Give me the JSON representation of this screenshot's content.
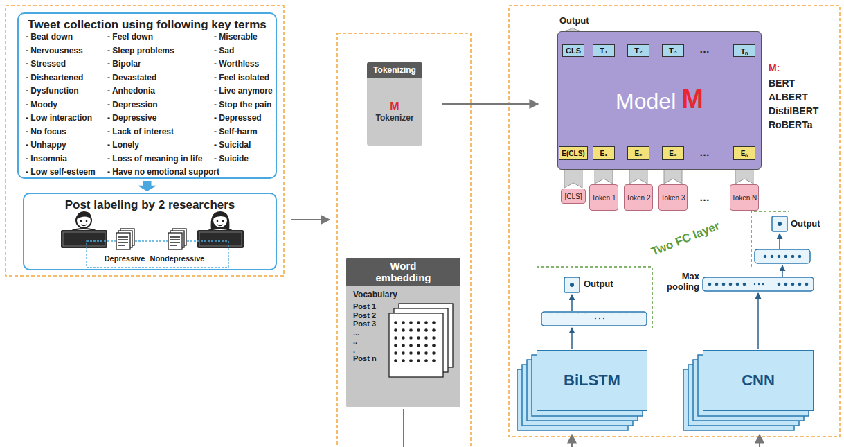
{
  "diagram": {
    "nodes": [
      {
        "text": [
          "Tweet collection using following key terms",
          "- Beat down",
          "- Nervousness",
          "- Stressed",
          "- Disheartened",
          "- Dysfunction",
          "- Moody",
          "- Low interaction",
          "- No focus",
          "- Unhappy",
          "- Insomnia",
          "- Low self-esteem",
          "- Feel down",
          "- Sleep problems",
          "- Bipolar",
          "- Devastated",
          "- Anhedonia",
          "- Depression",
          "- Depressive",
          "- Lack of interest",
          "- Lonely",
          "- Loss of meaning in life",
          "- Have no emotional support",
          "- Miserable",
          "- Sad",
          "- Worthless",
          "- Feel isolated",
          "- Live anymore",
          "- Stop the pain",
          "- Depressed",
          "- Self-harm",
          "- Suicidal",
          "- Suicide"
        ]
      },
      {
        "text": [
          "Post labeling by 2 researchers"
        ]
      },
      {
        "text": [
          "Tokenizing",
          "M",
          "Tokenizer"
        ]
      },
      {
        "text": [
          "Word embedding",
          "Vocabulary",
          "Post 1",
          "Post 2",
          "Post 3",
          "...",
          "..",
          ".",
          "Post n"
        ]
      },
      {
        "text": [
          "Model",
          "M"
        ]
      },
      {
        "text": [
          "CLS"
        ],
        "in": 4
      },
      {
        "text": [
          "T₁"
        ],
        "in": 4
      },
      {
        "text": [
          "T₂"
        ],
        "in": 4
      },
      {
        "text": [
          "T₃"
        ],
        "in": 4
      },
      {
        "text": [
          "Tₙ"
        ],
        "in": 4
      },
      {
        "text": [
          "E(CLS)"
        ],
        "in": 4
      },
      {
        "text": [
          "E₁"
        ],
        "in": 4
      },
      {
        "text": [
          "E₂"
        ],
        "in": 4
      },
      {
        "text": [
          "E₃"
        ],
        "in": 4
      },
      {
        "text": [
          "Eₙ"
        ],
        "in": 4
      },
      {
        "text": [
          "[CLS]"
        ]
      },
      {
        "text": [
          "Token 1"
        ]
      },
      {
        "text": [
          "Token 2"
        ]
      },
      {
        "text": [
          "Token 3"
        ]
      },
      {
        "text": [
          "Token N"
        ]
      },
      {
        "text": [
          "BiLSTM"
        ]
      },
      {
        "text": [
          "CNN"
        ]
      }
    ],
    "edges": [
      {
        "from": 0,
        "to": 1,
        "arrow": "to"
      },
      {
        "from": 2,
        "to": 4,
        "arrow": "to"
      },
      {
        "from": 15,
        "to": 10,
        "arrow": "to"
      },
      {
        "from": 16,
        "to": 11,
        "arrow": "to"
      },
      {
        "from": 17,
        "to": 12,
        "arrow": "to"
      },
      {
        "from": 18,
        "to": 13,
        "arrow": "to"
      },
      {
        "from": 19,
        "to": 14,
        "arrow": "to"
      }
    ],
    "labels": [
      "Output",
      "…",
      "…",
      "…",
      "M:",
      "BERT",
      "ALBERT",
      "DistilBERT",
      "RoBERTa",
      "Depressive",
      "Nondepressive",
      "Two FC layer",
      "Output",
      "Max pooling",
      "Output"
    ]
  }
}
